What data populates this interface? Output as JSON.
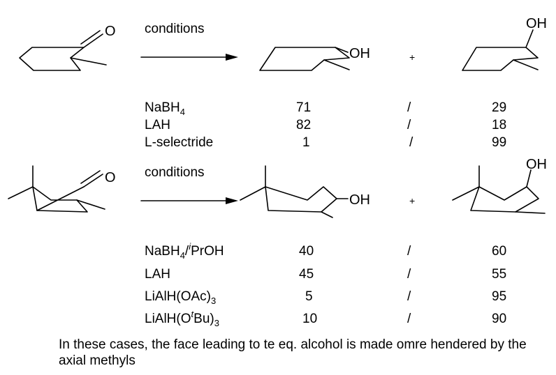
{
  "reaction1": {
    "label": "conditions",
    "plus": "+",
    "product1_oh": "OH",
    "product2_oh": "OH",
    "ketone_o": "O",
    "rows": [
      {
        "reagent": "NaBH",
        "reagent_sub": "4",
        "ratio1": "71",
        "sep": "/",
        "ratio2": "29"
      },
      {
        "reagent": "LAH",
        "ratio1": "82",
        "sep": "/",
        "ratio2": "18"
      },
      {
        "reagent": "L-selectride",
        "ratio1": "1",
        "sep": "/",
        "ratio2": "99"
      }
    ]
  },
  "reaction2": {
    "label": "conditions",
    "plus": "+",
    "product1_oh": "OH",
    "product2_oh": "OH",
    "ketone_o": "O",
    "rows": [
      {
        "reagent_a": "NaBH",
        "reagent_sub": "4",
        "reagent_b": "/",
        "reagent_sup": "i",
        "reagent_c": "PrOH",
        "ratio1": "40",
        "sep": "/",
        "ratio2": "60"
      },
      {
        "reagent": "LAH",
        "ratio1": "45",
        "sep": "/",
        "ratio2": "55"
      },
      {
        "reagent": "LiAlH(OAc)",
        "reagent_sub": "3",
        "ratio1": "5",
        "sep": "/",
        "ratio2": "95"
      },
      {
        "reagent_a": "LiAlH(O",
        "reagent_sup": "t",
        "reagent_b": "Bu)",
        "reagent_sub": "3",
        "ratio1": "10",
        "sep": "/",
        "ratio2": "90"
      }
    ]
  },
  "note": "In these cases, the face leading to te eq. alcohol is made omre hendered by the axial methyls"
}
